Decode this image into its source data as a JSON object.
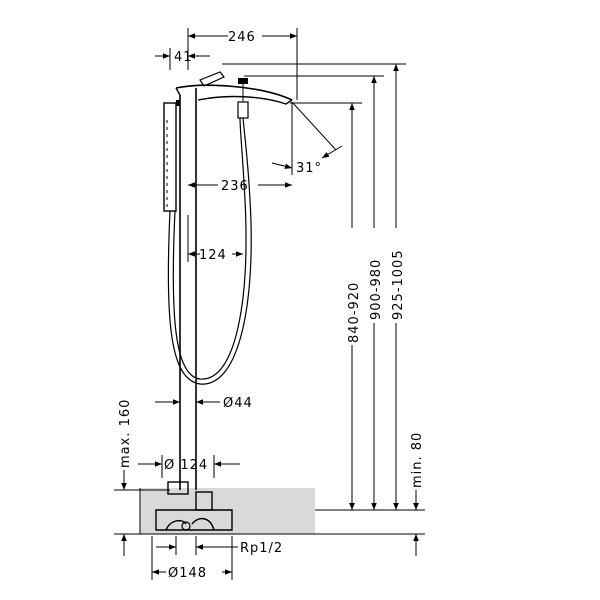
{
  "dimensions": {
    "top_width": "246",
    "offset": "41",
    "angle": "31°",
    "spout_reach": "236",
    "hose_offset": "124",
    "pipe_diameter": "Ø44",
    "max_height": "max. 160",
    "base_offset": "Ø 124",
    "thread": "Rp1/2",
    "base_diameter": "Ø148",
    "height_range_1": "840-920",
    "height_range_2": "900-980",
    "height_range_3": "925-1005",
    "min_depth": "min. 80"
  }
}
